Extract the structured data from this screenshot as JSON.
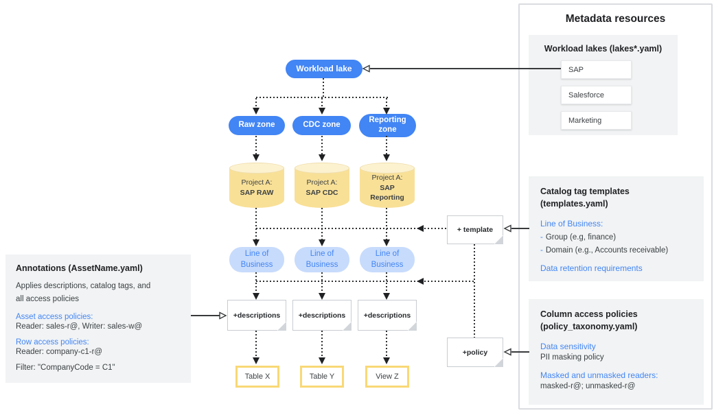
{
  "colors": {
    "accent_blue": "#4285F4",
    "lob_fill": "#C7DBFC",
    "cylinder_fill": "#F8E097",
    "cylinder_cap": "#FCF2D0",
    "table_border_yellow": "#F9D876",
    "panel_gray": "#F1F3F4",
    "panel_border": "#D9DCE0"
  },
  "metadata": {
    "title": "Metadata resources",
    "workload_lakes": {
      "title": "Workload lakes (lakes*.yaml)",
      "items": [
        "SAP",
        "Salesforce",
        "Marketing"
      ]
    },
    "catalog_templates": {
      "title_line1": "Catalog tag templates",
      "title_line2": "(templates.yaml)",
      "lob_heading": "Line of Business:",
      "bullet_dash": "-",
      "bullets": [
        "Group (e.g, finance)",
        "Domain (e.g., Accounts receivable)"
      ],
      "retention_heading": "Data retention requirements"
    },
    "column_policies": {
      "title_line1": "Column access policies",
      "title_line2": "(policy_taxonomy.yaml)",
      "sensitivity_heading": "Data sensitivity",
      "sensitivity_value": "PII masking policy",
      "readers_heading": "Masked and unmasked readers:",
      "readers_value": "masked-r@; unmasked-r@"
    }
  },
  "annotations": {
    "title": "Annotations (AssetName.yaml)",
    "description_lines": [
      "Applies descriptions, catalog tags, and",
      "all access policies"
    ],
    "asset_heading": "Asset access policies:",
    "asset_value": "Reader: sales-r@, Writer: sales-w@",
    "row_heading": "Row access policies:",
    "row_value": "Reader: company-c1-r@",
    "filter_value": "Filter: \"CompanyCode = C1\""
  },
  "diagram": {
    "workload_lake": "Workload lake",
    "zones": [
      "Raw zone",
      "CDC zone",
      "Reporting zone"
    ],
    "projects": [
      {
        "prefix": "Project A:",
        "name": "SAP RAW"
      },
      {
        "prefix": "Project A:",
        "name": "SAP CDC"
      },
      {
        "prefix": "Project A:",
        "name": "SAP Reporting"
      }
    ],
    "lob_label": "Line of Business",
    "descriptions_label": "+descriptions",
    "template_label": "+ template",
    "policy_label": "+policy",
    "outputs": [
      "Table X",
      "Table Y",
      "View Z"
    ]
  }
}
